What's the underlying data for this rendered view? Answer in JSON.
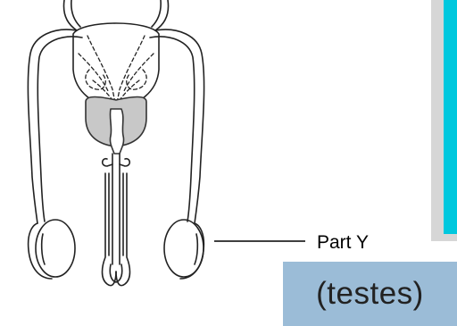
{
  "label": {
    "text": "Part Y"
  },
  "answer": {
    "text": "(testes)"
  },
  "colors": {
    "accent_bar": "#00c8de",
    "answer_box": "#9bbcd7",
    "prostate": "#c8c8c8",
    "outline": "#222222"
  },
  "icons": [
    "male-reproductive-system-diagram"
  ]
}
